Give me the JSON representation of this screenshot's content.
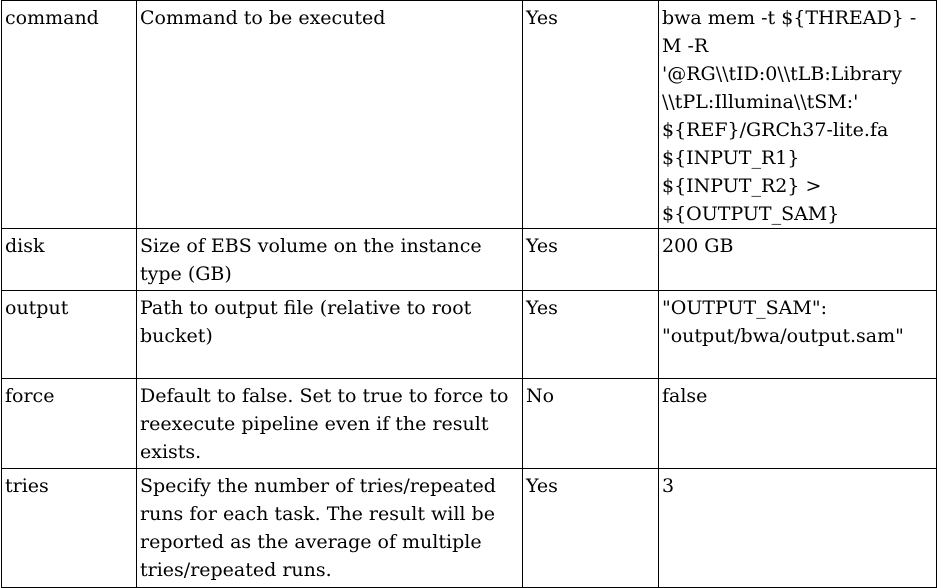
{
  "rows": [
    {
      "name": "command",
      "description": "Command to be executed",
      "required": "Yes",
      "value_lines": [
        "bwa mem -t ${THREAD} -",
        "M -R",
        "'@RG\\\\tID:0\\\\tLB:Library",
        "\\\\tPL:Illumina\\\\tSM:'",
        "${REF}/GRCh37-lite.fa",
        "${INPUT_R1}",
        "${INPUT_R2} >",
        "${OUTPUT_SAM}"
      ]
    },
    {
      "name": "disk",
      "description": "Size of EBS volume on the instance type (GB)",
      "required": "Yes",
      "value_lines": [
        "200 GB"
      ]
    },
    {
      "name": "output",
      "description": "Path to output file (relative to root bucket)",
      "required": "Yes",
      "value_lines": [
        "\"OUTPUT_SAM\":",
        "\"output/bwa/output.sam\""
      ]
    },
    {
      "name": "force",
      "description": "Default to false. Set to true to force to reexecute pipeline even if the result exists.",
      "required": "No",
      "value_lines": [
        "false"
      ]
    },
    {
      "name": "tries",
      "description": "Specify the number of tries/repeated runs for each task. The result will be reported as the average of multiple tries/repeated runs.",
      "required": "Yes",
      "value_lines": [
        "3"
      ]
    }
  ]
}
